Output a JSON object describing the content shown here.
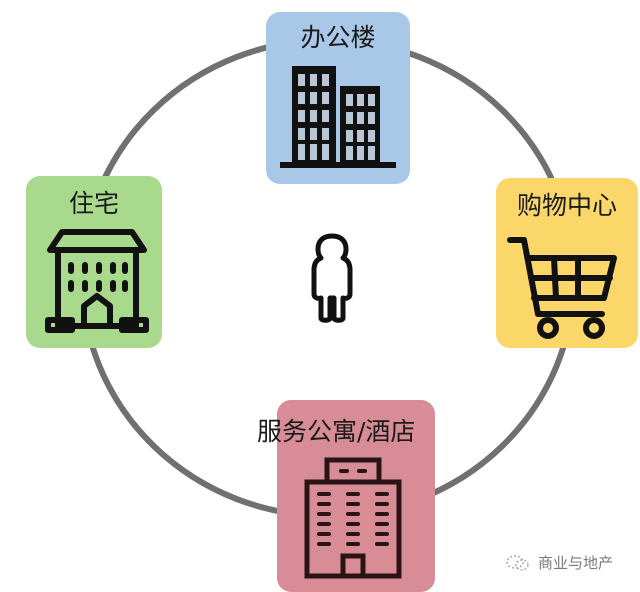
{
  "diagram": {
    "center": {
      "label": "",
      "icon": "person-icon"
    },
    "nodes": [
      {
        "id": "office",
        "label": "办公楼",
        "icon": "office-building-icon",
        "color": "#a9c8e8"
      },
      {
        "id": "home",
        "label": "住宅",
        "icon": "residential-building-icon",
        "color": "#a9d98c"
      },
      {
        "id": "mall",
        "label": "购物中心",
        "icon": "shopping-cart-icon",
        "color": "#fbd76a"
      },
      {
        "id": "hotel",
        "label": "服务公寓/酒店",
        "icon": "hotel-building-icon",
        "color": "#d88c95"
      }
    ],
    "ring_color": "#707070"
  },
  "watermark": {
    "text": "商业与地产",
    "icon": "wechat-icon"
  }
}
